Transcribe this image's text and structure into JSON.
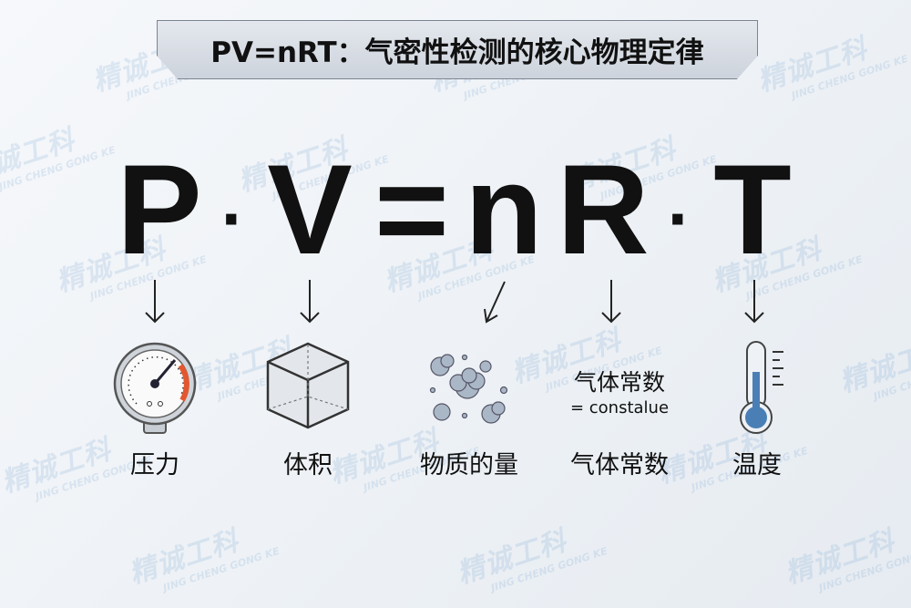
{
  "watermark": {
    "cn": "精诚工科",
    "en": "JING CHENG GONG KE"
  },
  "title": "PV=nRT：气密性检测的核心物理定律",
  "formula": {
    "P": "P",
    "dot1": "·",
    "V": "V",
    "eq": "=",
    "n": "n",
    "R": "R",
    "dot2": "·",
    "T": "T"
  },
  "constant_note": {
    "cn": "气体常数",
    "en": "= constalue"
  },
  "labels": [
    "压力",
    "体积",
    "物质的量",
    "气体常数",
    "温度"
  ],
  "colors": {
    "gauge_red": "#e4572e",
    "thermo_blue": "#4a7fb5"
  }
}
